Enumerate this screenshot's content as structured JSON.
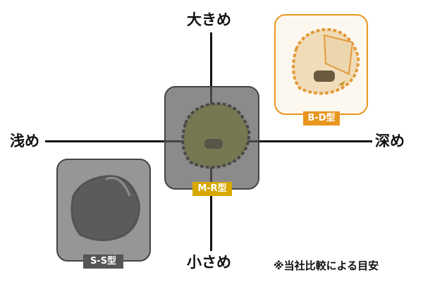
{
  "axis_labels": {
    "top": "大きめ",
    "bottom": "小さめ",
    "left": "浅め",
    "right": "深め"
  },
  "types": [
    {
      "name": "B-D型",
      "color": "#e8961e"
    },
    {
      "name": "M-R型",
      "color": "#d7a800"
    },
    {
      "name": "S-S型",
      "color": "#555555"
    }
  ],
  "note": "※当社比較による目安"
}
